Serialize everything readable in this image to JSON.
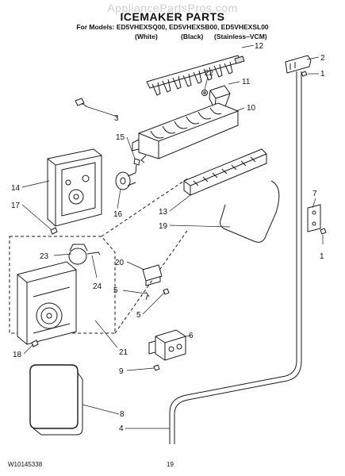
{
  "header": {
    "watermark": "AppliancePartsPros.com",
    "title": "ICEMAKER PARTS",
    "models_line": "For Models: ED5VHEXSQ00, ED5VHEXSB00, ED5VHEXSL00",
    "variants": [
      "(White)",
      "(Black)",
      "(Stainless–VCM)"
    ]
  },
  "callouts": [
    "1",
    "1",
    "2",
    "3",
    "4",
    "5",
    "5",
    "6",
    "7",
    "8",
    "9",
    "10",
    "11",
    "12",
    "13",
    "14",
    "15",
    "16",
    "17",
    "18",
    "19",
    "20",
    "21",
    "22",
    "23",
    "24"
  ],
  "footer": {
    "doc_number": "W10145338",
    "page_number": "19"
  },
  "colors": {
    "line": "#1a1a1a",
    "paper": "#ffffff",
    "watermark": "#cfcfcf"
  }
}
